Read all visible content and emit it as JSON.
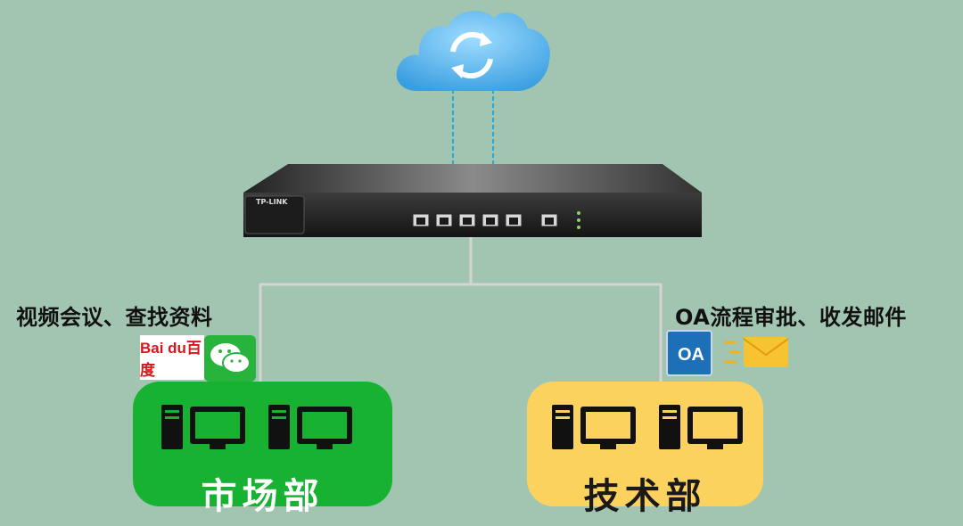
{
  "router": {
    "brand": "TP-LINK"
  },
  "departments": {
    "left": {
      "caption": "视频会议、查找资料",
      "label": "市场部",
      "color": "#18b233",
      "apps": [
        "baidu-icon",
        "wechat-icon"
      ],
      "app_text": {
        "baidu": "Bai du百度"
      }
    },
    "right": {
      "caption": "OA流程审批、收发邮件",
      "label": "技术部",
      "color": "#fcd25e",
      "apps": [
        "oa-icon",
        "mail-icon"
      ],
      "app_text": {
        "oa": "OA"
      }
    }
  },
  "colors": {
    "background": "#a2c5b1",
    "cloud": "#4fb0ea",
    "wire": "#d9d9d9",
    "uplink": "#2aa6d8"
  }
}
